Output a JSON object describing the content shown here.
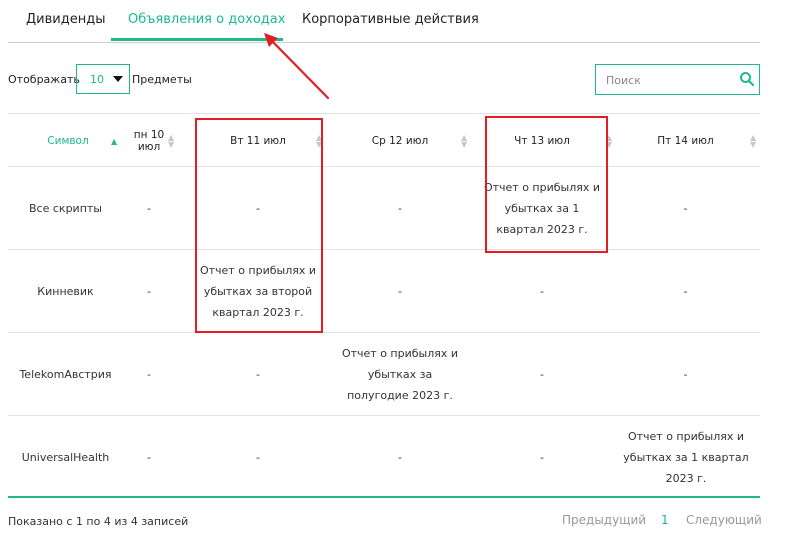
{
  "tabs": [
    {
      "label": "Дивиденды"
    },
    {
      "label": "Объявления о доходах"
    },
    {
      "label": "Корпоративные действия"
    }
  ],
  "controls": {
    "show_label": "Отображать",
    "per_page": "10",
    "items_label": "Предметы",
    "search_placeholder": "Поиск"
  },
  "table": {
    "headers": [
      "Символ",
      "пн 10 июл",
      "Вт 11 июл",
      "Ср 12 июл",
      "Чт 13 июл",
      "Пт 14 июл"
    ],
    "rows": [
      [
        "Все скрипты",
        "-",
        "-",
        "-",
        "Отчет о прибылях и убытках за 1 квартал 2023 г.",
        "-"
      ],
      [
        "Кинневик",
        "-",
        "Отчет о прибылях и убытках за второй квартал 2023 г.",
        "-",
        "-",
        "-"
      ],
      [
        "TelekomАвстрия",
        "-",
        "-",
        "Отчет о прибылях и убытках за полугодие 2023 г.",
        "-",
        "-"
      ],
      [
        "UniversalHealth",
        "-",
        "-",
        "-",
        "-",
        "Отчет о прибылях и убытках за 1 квартал 2023 г."
      ]
    ]
  },
  "footer": {
    "info": "Показано с 1 по 4 из 4 записей",
    "prev": "Предыдущий",
    "page": "1",
    "next": "Следующий"
  },
  "colors": {
    "accent": "#1fb98a",
    "annotation": "#e21d24"
  }
}
